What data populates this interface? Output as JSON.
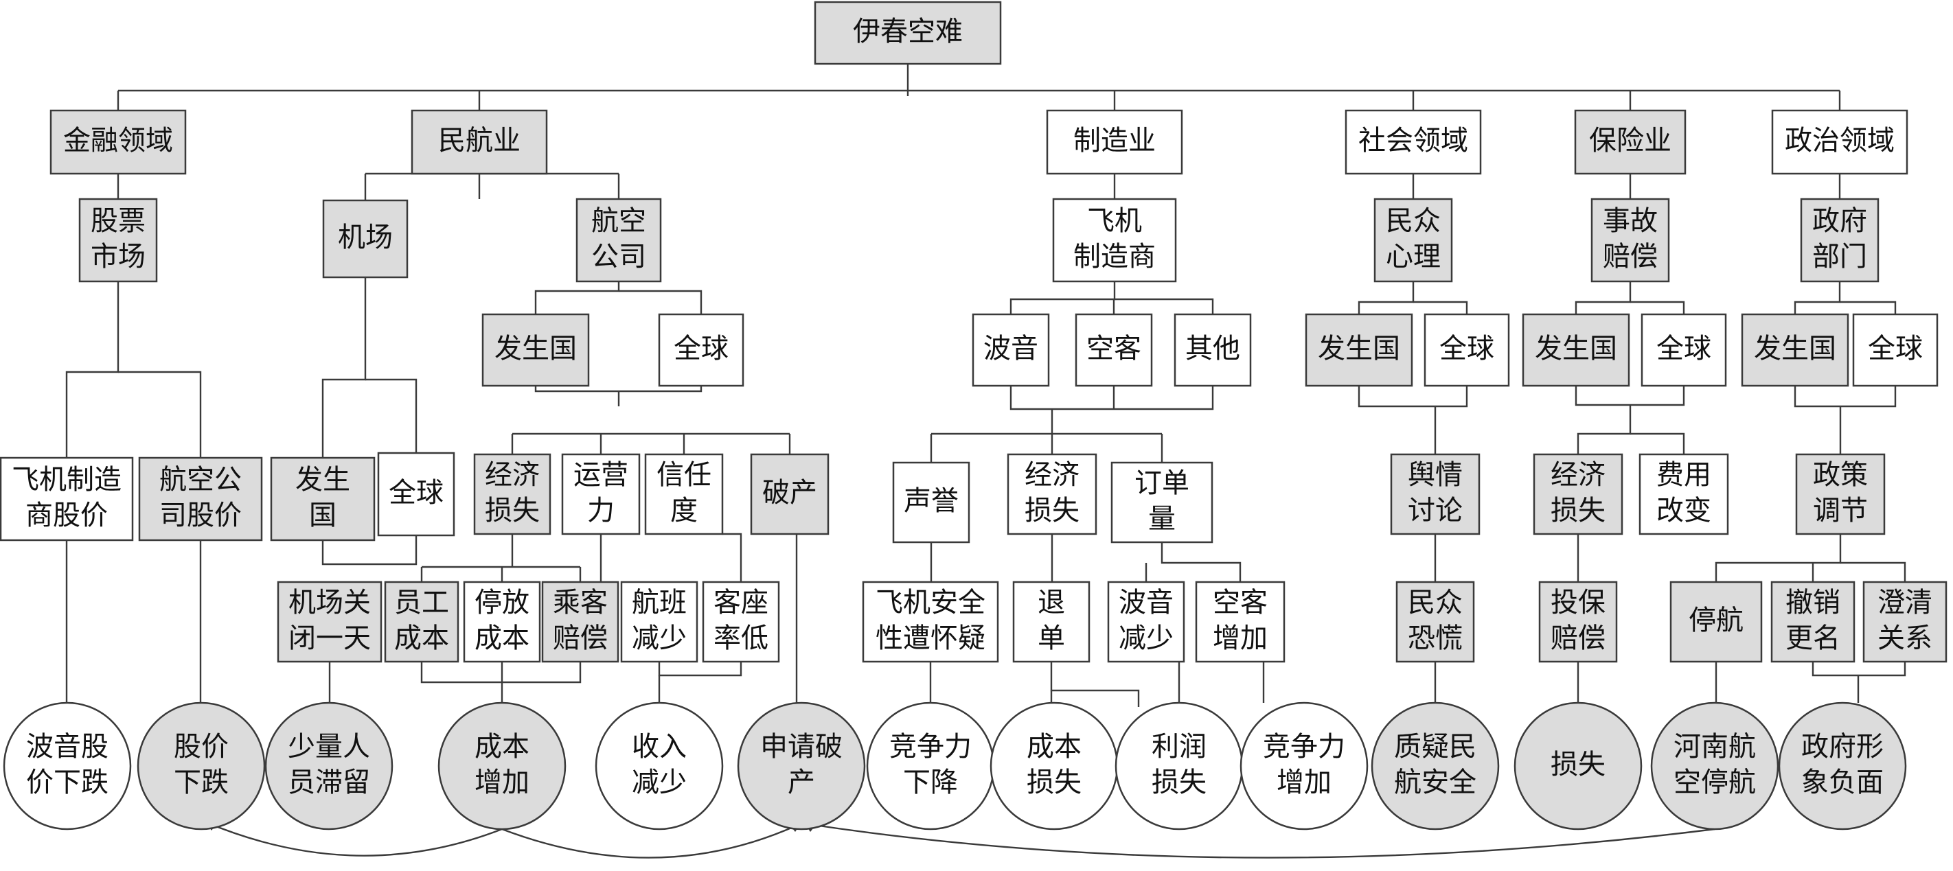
{
  "diagram": {
    "root": "伊春空难",
    "domains": [
      "金融领域",
      "民航业",
      "制造业",
      "社会领域",
      "保险业",
      "政治领域"
    ],
    "level2": [
      "股票\n市场",
      "机场",
      "航空\n公司",
      "飞机\n制造商",
      "民众\n心理",
      "事故\n赔偿",
      "政府\n部门"
    ],
    "level3": [
      "发生国",
      "全球",
      "波音",
      "空客",
      "其他",
      "发生国",
      "全球",
      "发生国",
      "全球",
      "发生国",
      "全球"
    ],
    "level4": [
      "飞机制造\n商股价",
      "航空公\n司股价",
      "发生\n国",
      "全球",
      "经济\n损失",
      "运营\n力",
      "信任\n度",
      "破产",
      "声誉",
      "经济\n损失",
      "订单\n量",
      "舆情\n讨论",
      "经济\n损失",
      "费用\n改变",
      "政策\n调节"
    ],
    "level5": [
      "机场关\n闭一天",
      "员工\n成本",
      "停放\n成本",
      "乘客\n赔偿",
      "航班\n减少",
      "客座\n率低",
      "飞机安全\n性遭怀疑",
      "退\n单",
      "波音\n减少",
      "空客\n增加",
      "民众\n恐慌",
      "投保\n赔偿",
      "停航",
      "撤销\n更名",
      "澄清\n关系"
    ],
    "outcomes": [
      "波音股\n价下跌",
      "股价\n下跌",
      "少量人\n员滞留",
      "成本\n增加",
      "收入\n减少",
      "申请破\n产",
      "竞争力\n下降",
      "成本\n损失",
      "利润\n损失",
      "竞争力\n增加",
      "质疑民\n航安全",
      "损失",
      "河南航\n空停航",
      "政府形\n象负面"
    ]
  },
  "colors": {
    "shaded": "#dcdcdc",
    "plain": "#ffffff",
    "line": "#3a3a3a"
  }
}
